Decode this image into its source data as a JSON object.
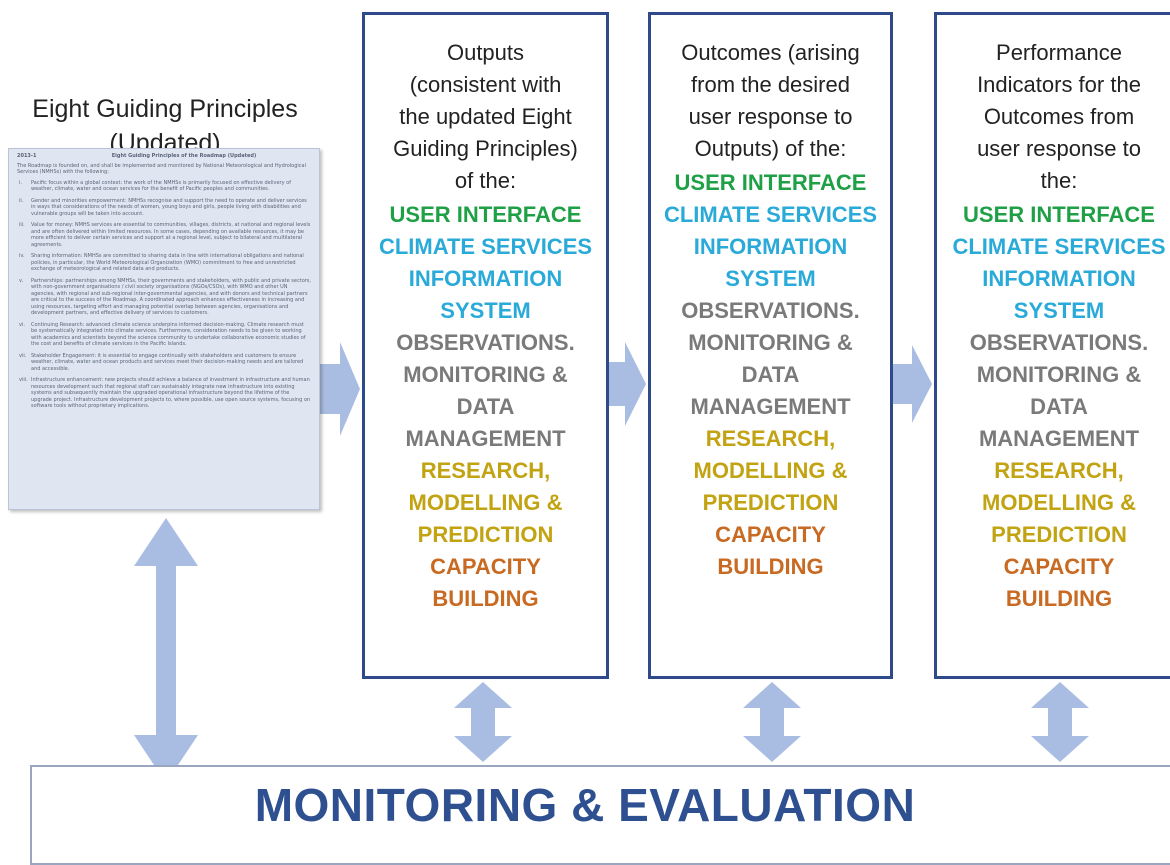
{
  "left": {
    "title_lines": [
      "Eight Guiding Principles",
      "(Updated)"
    ],
    "doc": {
      "id": "2013-1",
      "title": "Eight Guiding Principles of the Roadmap (Updated)",
      "intro": "The Roadmap is founded on, and shall be implemented and monitored by National Meteorological and Hydrological Services (NMHSs) with the following:",
      "items": [
        {
          "num": "i.",
          "text": "Pacific focus within a global context: the work of the NMHSs is primarily focused on effective delivery of weather, climate, water and ocean services for the benefit of Pacific peoples and communities."
        },
        {
          "num": "ii.",
          "text": "Gender and minorities empowerment: NMHSs recognise and support the need to operate and deliver services in ways that considerations of the needs of women, young boys and girls, people living with disabilities and vulnerable groups will be taken into account."
        },
        {
          "num": "iii.",
          "text": "Value for money: NMHS services are essential to communities, villages, districts, at national and regional levels and are often delivered within limited resources. In some cases, depending on available resources, it may be more efficient to deliver certain services and support at a regional level, subject to bilateral and multilateral agreements."
        },
        {
          "num": "iv.",
          "text": "Sharing information: NMHSs are committed to sharing data in line with international obligations and national policies, in particular, the World Meteorological Organization (WMO) commitment to free and unrestricted exchange of meteorological and related data and products."
        },
        {
          "num": "v.",
          "text": "Partnerships: partnerships among NMHSs, their governments and stakeholders, with public and private sectors, with non-government organisations / civil society organisations (NGOs/CSOs), with WMO and other UN agencies, with regional and sub-regional inter-governmental agencies, and with donors and technical partners are critical to the success of the Roadmap. A coordinated approach enhances effectiveness in increasing and using resources, targeting effort and managing potential overlap between agencies, organisations and development partners, and effective delivery of services to customers."
        },
        {
          "num": "vi.",
          "text": "Continuing Research: advanced climate science underpins informed decision-making. Climate research must be systematically integrated into climate services. Furthermore, consideration needs to be given to working with academics and scientists beyond the science community to undertake collaborative economic studies of the cost and benefits of climate services in the Pacific Islands."
        },
        {
          "num": "vii.",
          "text": "Stakeholder Engagement: it is essential to engage continually with stakeholders and customers to ensure weather, climate, water and ocean products and services meet their decision-making needs and are tailored and accessible."
        },
        {
          "num": "viii.",
          "text": "Infrastructure enhancement: new projects should achieve a balance of investment in infrastructure and human resources development such that regional staff can sustainably integrate new infrastructure into existing systems and subsequently maintain the upgraded operational infrastructure beyond the lifetime of the upgrade project. Infrastructure development projects to, where possible, use open source systems, focusing on software tools without proprietary implications."
        }
      ]
    }
  },
  "panels": [
    {
      "heading_lines": [
        "Outputs",
        "(consistent with",
        "the updated Eight",
        "Guiding Principles)",
        "of the:"
      ],
      "lines": [
        {
          "text": "USER INTERFACE",
          "cls": "ui"
        },
        {
          "text": "CLIMATE SERVICES",
          "cls": "cs"
        },
        {
          "text": "INFORMATION",
          "cls": "is"
        },
        {
          "text": "SYSTEM",
          "cls": "is"
        },
        {
          "text": "OBSERVATIONS.",
          "cls": "om"
        },
        {
          "text": "MONITORING &",
          "cls": "om"
        },
        {
          "text": "DATA",
          "cls": "om"
        },
        {
          "text": "MANAGEMENT",
          "cls": "om"
        },
        {
          "text": "RESEARCH,",
          "cls": "rm"
        },
        {
          "text": "MODELLING &",
          "cls": "rm"
        },
        {
          "text": "PREDICTION",
          "cls": "rm"
        },
        {
          "text": "CAPACITY",
          "cls": "cb"
        },
        {
          "text": "BUILDING",
          "cls": "cb"
        }
      ]
    },
    {
      "heading_lines": [
        "Outcomes (arising",
        "from the desired",
        "user response to",
        "Outputs) of the:"
      ],
      "lines": [
        {
          "text": "USER INTERFACE",
          "cls": "ui"
        },
        {
          "text": "CLIMATE SERVICES",
          "cls": "cs"
        },
        {
          "text": "INFORMATION",
          "cls": "is"
        },
        {
          "text": "SYSTEM",
          "cls": "is"
        },
        {
          "text": "OBSERVATIONS.",
          "cls": "om"
        },
        {
          "text": "MONITORING &",
          "cls": "om"
        },
        {
          "text": "DATA",
          "cls": "om"
        },
        {
          "text": "MANAGEMENT",
          "cls": "om"
        },
        {
          "text": "RESEARCH,",
          "cls": "rm"
        },
        {
          "text": "MODELLING &",
          "cls": "rm"
        },
        {
          "text": "PREDICTION",
          "cls": "rm"
        },
        {
          "text": "CAPACITY",
          "cls": "cb"
        },
        {
          "text": "BUILDING",
          "cls": "cb"
        }
      ]
    },
    {
      "heading_lines": [
        "Performance",
        "Indicators for the",
        "Outcomes from",
        "user response to",
        "the:"
      ],
      "lines": [
        {
          "text": "USER INTERFACE",
          "cls": "ui"
        },
        {
          "text": "CLIMATE SERVICES",
          "cls": "cs"
        },
        {
          "text": "INFORMATION",
          "cls": "is"
        },
        {
          "text": "SYSTEM",
          "cls": "is"
        },
        {
          "text": "OBSERVATIONS.",
          "cls": "om"
        },
        {
          "text": "MONITORING &",
          "cls": "om"
        },
        {
          "text": "DATA",
          "cls": "om"
        },
        {
          "text": "MANAGEMENT",
          "cls": "om"
        },
        {
          "text": "RESEARCH,",
          "cls": "rm"
        },
        {
          "text": "MODELLING &",
          "cls": "rm"
        },
        {
          "text": "PREDICTION",
          "cls": "rm"
        },
        {
          "text": "CAPACITY",
          "cls": "cb"
        },
        {
          "text": "BUILDING",
          "cls": "cb"
        }
      ]
    }
  ],
  "bottom": {
    "label": "MONITORING & EVALUATION"
  },
  "colors": {
    "panel_border": "#2e4a8a",
    "arrow": "#a9bde3",
    "user_interface": "#1fa046",
    "climate_services": "#2aaad8",
    "observations": "#7a7a7a",
    "research": "#c2a312",
    "capacity": "#c86a22",
    "evaluation_text": "#2e5090"
  }
}
